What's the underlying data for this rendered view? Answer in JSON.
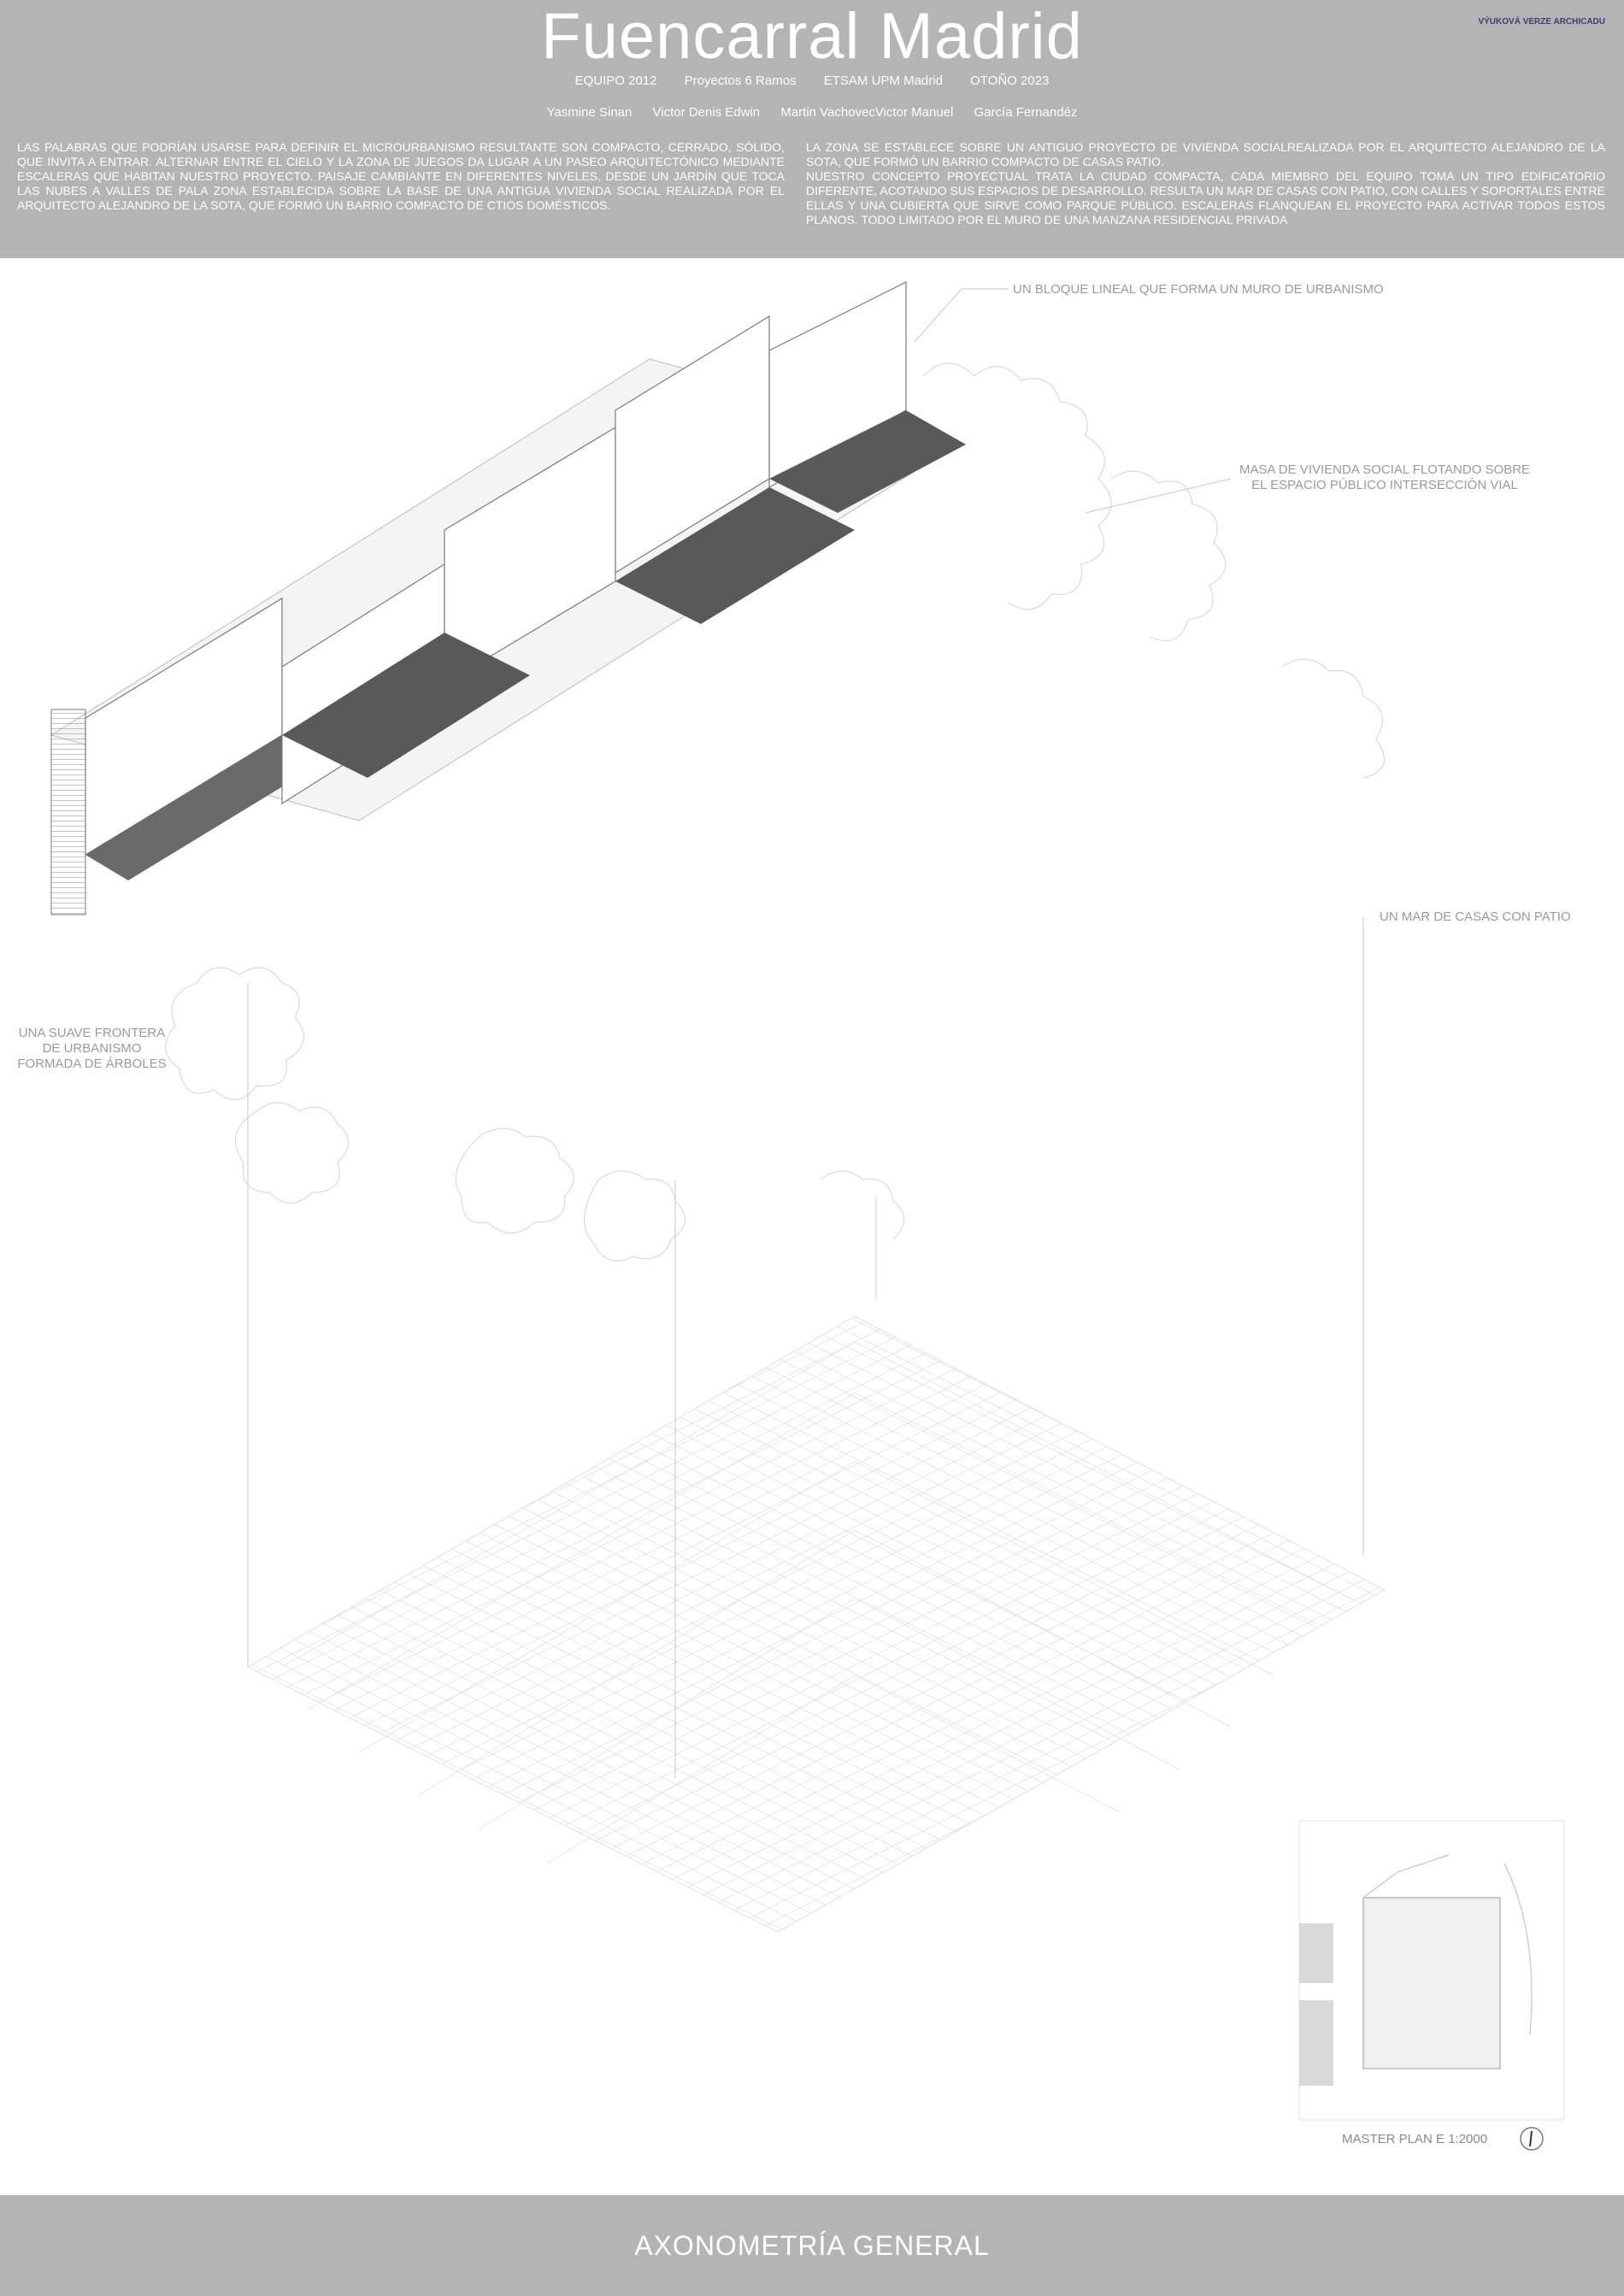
{
  "header": {
    "title": "Fuencarral Madrid",
    "badge": "VÝUKOVÁ VERZE ARCHICADU",
    "meta": [
      "EQUIPO 2012",
      "Proyectos 6 Ramos",
      "ETSAM UPM Madrid",
      "OTOÑO 2023"
    ],
    "authors": [
      "Yasmine Sinan",
      "Victor Denis Edwin",
      "Martin VachovecVictor Manuel",
      "García Fernandéz"
    ],
    "paragraph_left": "LAS PALABRAS QUE PODRÍAN USARSE PARA DEFINIR EL MICROURBANISMO RESULTANTE SON COMPACTO, CERRADO, SÓLIDO, QUE INVITA A ENTRAR. ALTERNAR ENTRE EL CIELO Y LA ZONA DE JUEGOS DA LUGAR A UN PASEO ARQUITECTÓNICO MEDIANTE ESCALERAS QUE HABITAN NUESTRO PROYECTO. PAISAJE CAMBIANTE EN DIFERENTES NIVELES, DESDE UN JARDÍN QUE TOCA LAS NUBES A VALLES DE PALA ZONA ESTABLECIDA SOBRE LA BASE DE UNA ANTIGUA VIVIENDA SOCIAL REALIZADA POR EL ARQUITECTO ALEJANDRO DE LA SOTA, QUE FORMÓ UN BARRIO COMPACTO DE CTIOS DOMÉSTICOS.",
    "paragraph_right_1": "LA ZONA SE ESTABLECE SOBRE UN ANTIGUO PROYECTO DE VIVIENDA SOCIALREALIZADA POR EL ARQUITECTO ALEJANDRO DE LA SOTA, QUE FORMÓ UN BARRIO COMPACTO DE CASAS PATIO.",
    "paragraph_right_2": "NUESTRO CONCEPTO PROYECTUAL TRATA LA CIUDAD COMPACTA, CADA MIEMBRO DEL EQUIPO TOMA UN TIPO EDIFICATORIO DIFERENTE, ACOTANDO SUS ESPACIOS DE DESARROLLO. RESULTA UN MAR DE CASAS CON PATIO, CON CALLES Y SOPORTALES ENTRE ELLAS Y UNA CUBIERTA QUE SIRVE COMO PARQUE PÚBLICO. ESCALERAS FLANQUEAN EL PROYECTO PARA ACTIVAR TODOS ESTOS PLANOS. TODO LIMITADO POR EL MURO DE UNA MANZANA RESIDENCIAL PRIVADA"
  },
  "annotations": {
    "bloque_lineal": "UN BLOQUE LINEAL QUE FORMA UN MURO DE URBANISMO",
    "masa_vivienda_1": "MASA DE VIVIENDA SOCIAL FLOTANDO SOBRE",
    "masa_vivienda_2": "EL ESPACIO PÚBLICO INTERSECCIÓN VIAL",
    "mar_de_casas": "UN MAR DE CASAS CON PATIO",
    "frontera_1": "UNA SUAVE FRONTERA",
    "frontera_2": "DE URBANISMO",
    "frontera_3": "FORMADA DE ÁRBOLES",
    "master_plan": "MASTER PLAN E 1:2000"
  },
  "footer": {
    "title": "AXONOMETRÍA GENERAL"
  }
}
